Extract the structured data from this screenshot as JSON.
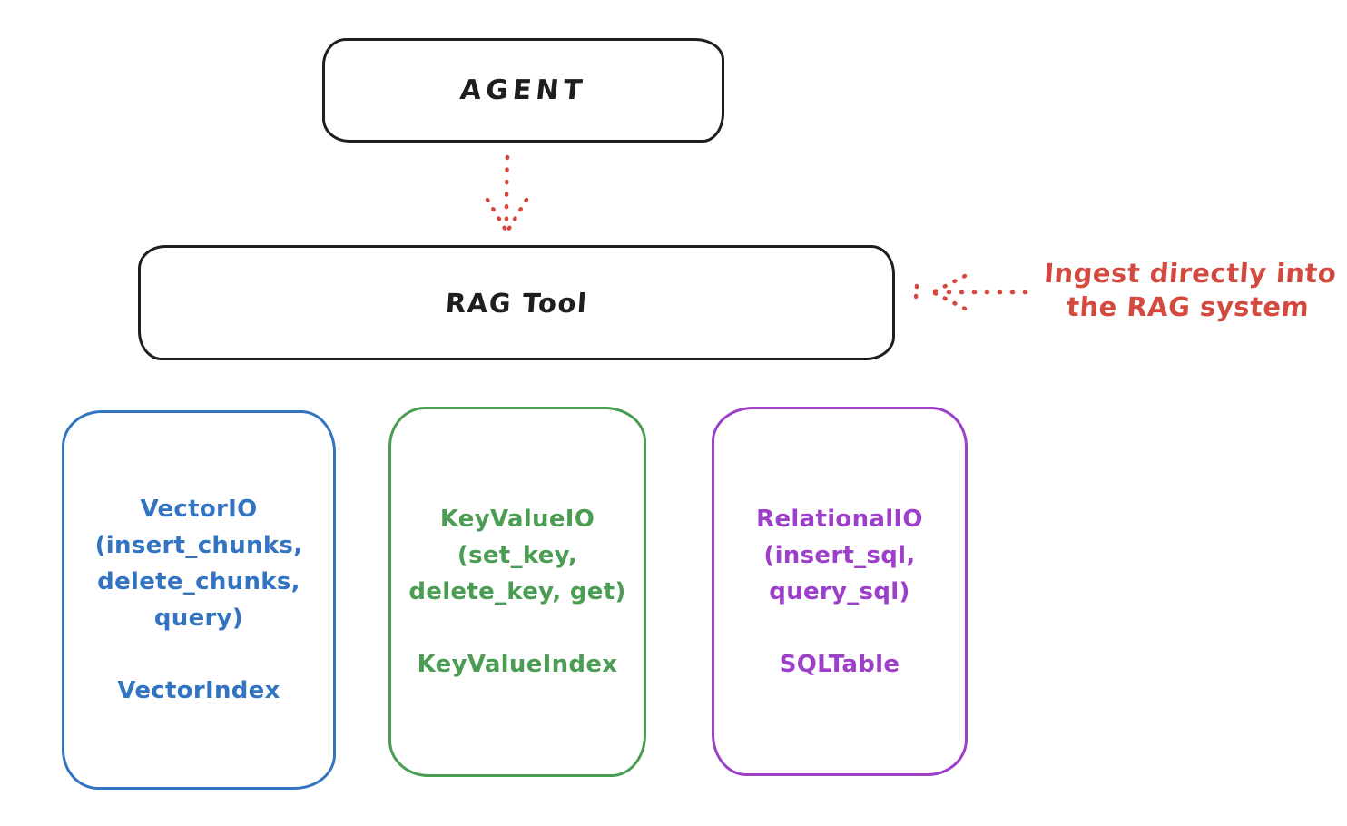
{
  "diagram": {
    "background": "#ffffff",
    "ink_color": "#1e1e1e",
    "accent_red": "#d4493f",
    "agent": {
      "label": "AGENT"
    },
    "rag_tool": {
      "label": "RAG Tool"
    },
    "annotation": {
      "line1": "Ingest directly into",
      "line2": "the RAG system",
      "color": "#d4493f"
    },
    "io_boxes": [
      {
        "name": "vector-io",
        "color": "#3274c1",
        "lines": [
          "VectorIO",
          "(insert_chunks,",
          "delete_chunks,",
          "query)"
        ],
        "index": "VectorIndex"
      },
      {
        "name": "keyvalue-io",
        "color": "#4a9d53",
        "lines": [
          "KeyValueIO",
          "(set_key,",
          "delete_key, get)"
        ],
        "index": "KeyValueIndex"
      },
      {
        "name": "relational-io",
        "color": "#9c3fc9",
        "lines": [
          "RelationalIO",
          "(insert_sql,",
          "query_sql)"
        ],
        "index": "SQLTable"
      }
    ],
    "arrows": [
      {
        "name": "agent-to-ragtool",
        "style": "dotted",
        "color": "#d4493f"
      },
      {
        "name": "ingest-annotation",
        "style": "dotted",
        "color": "#d4493f"
      }
    ]
  }
}
